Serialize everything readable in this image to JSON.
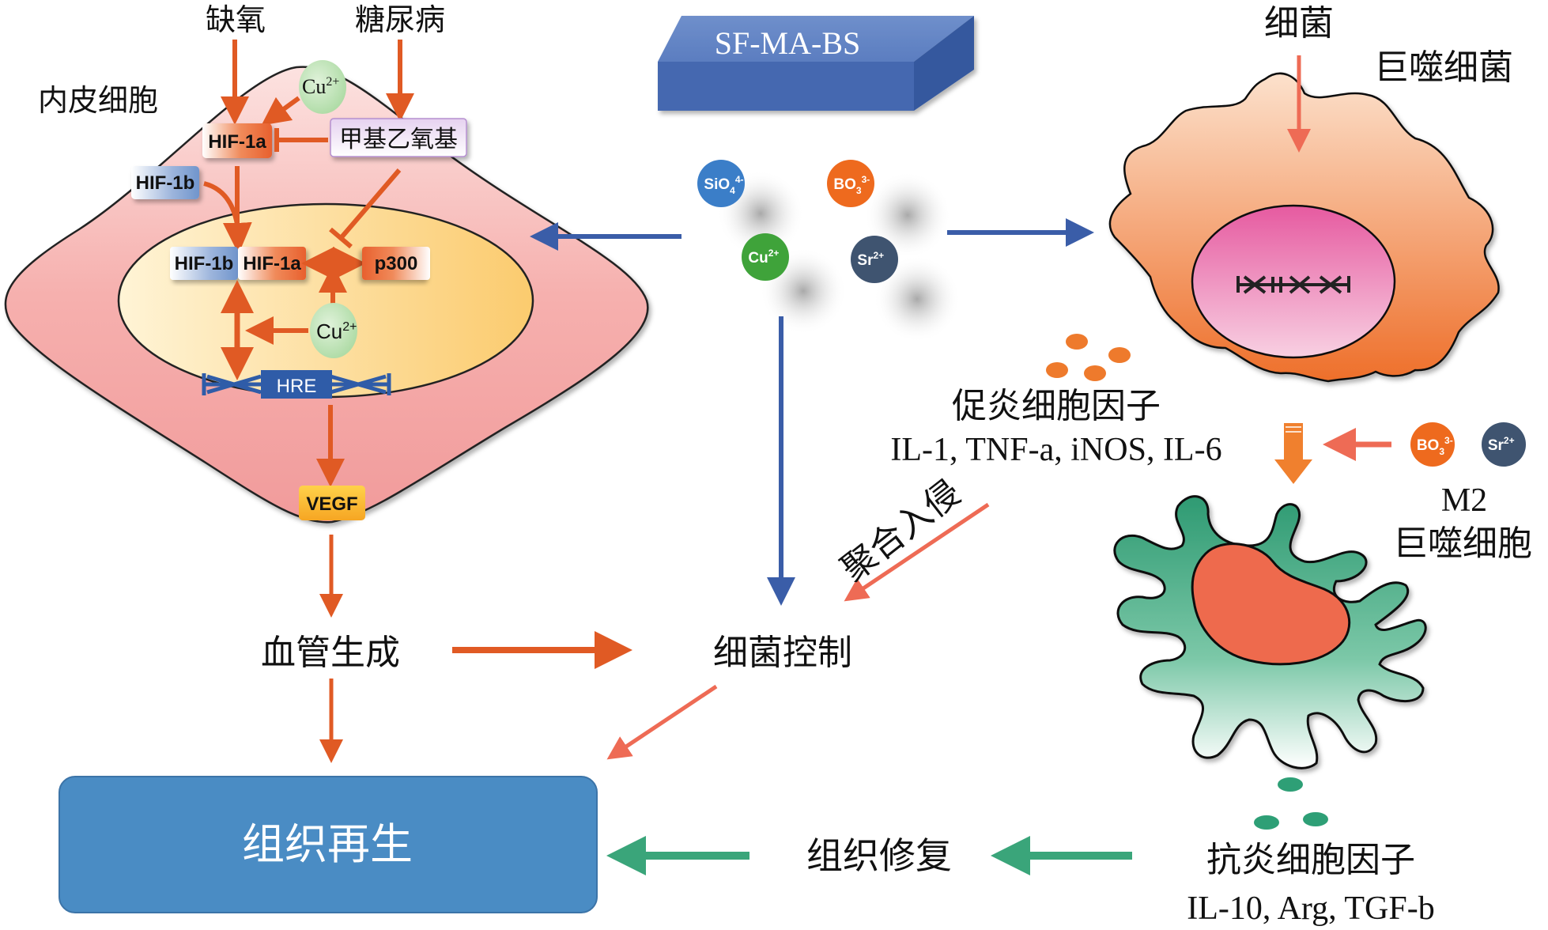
{
  "title": "SF-MA-BS mechanism of tissue regeneration",
  "colors": {
    "orange_arrow": "#E05A24",
    "salmon_arrow": "#EE6B55",
    "blue_arrow": "#3A5DA8",
    "green_arrow": "#3AA57A",
    "cell_pink": "#F3A3A3",
    "nucleus_yellow": "#FBD37A",
    "regen_box_blue": "#4A8CC4",
    "scaffold_blue": "#4E74B8"
  },
  "endothelial_cell": {
    "label": "内皮细胞",
    "inputs": {
      "hypoxia": "缺氧",
      "diabetes": "糖尿病"
    },
    "cu_top": {
      "base": "Cu",
      "sup": "2+"
    },
    "hif1a": "HIF-1a",
    "methoxy": "甲基乙氧基",
    "hif1b": "HIF-1b",
    "complex": {
      "left": "HIF-1b",
      "right": "HIF-1a"
    },
    "p300": "p300",
    "cu_nucleus": {
      "base": "Cu",
      "sup": "2+"
    },
    "hre": "HRE",
    "vegf": "VEGF"
  },
  "scaffold": {
    "label": "SF-MA-BS",
    "ions": [
      {
        "base": "SiO",
        "sub": "4",
        "sup": "4-",
        "color": "#3B7EC8"
      },
      {
        "base": "BO",
        "sub": "3",
        "sup": "3-",
        "color": "#EE6A1E"
      },
      {
        "base": "Cu",
        "sub": "",
        "sup": "2+",
        "color": "#3FA33A"
      },
      {
        "base": "Sr",
        "sub": "",
        "sup": "2+",
        "color": "#3F5470"
      }
    ]
  },
  "macrophage_m1": {
    "bacteria_label": "细菌",
    "label": "巨噬细菌"
  },
  "proinflammatory": {
    "title": "促炎细胞因子",
    "factors": "IL-1, TNF-a, iNOS, IL-6"
  },
  "polarization_ions": [
    {
      "base": "BO",
      "sub": "3",
      "sup": "3-",
      "color": "#EE6A1E"
    },
    {
      "base": "Sr",
      "sub": "",
      "sup": "2+",
      "color": "#3F5470"
    }
  ],
  "macrophage_m2": {
    "label_line1": "M2",
    "label_line2": "巨噬细胞"
  },
  "antiinflammatory": {
    "title": "抗炎细胞因子",
    "factors": "IL-10, Arg, TGF-b"
  },
  "outcomes": {
    "angiogenesis": "血管生成",
    "bacteria_control": "细菌控制",
    "aggregation_invasion": "聚合入侵",
    "tissue_repair": "组织修复",
    "tissue_regeneration": "组织再生"
  }
}
